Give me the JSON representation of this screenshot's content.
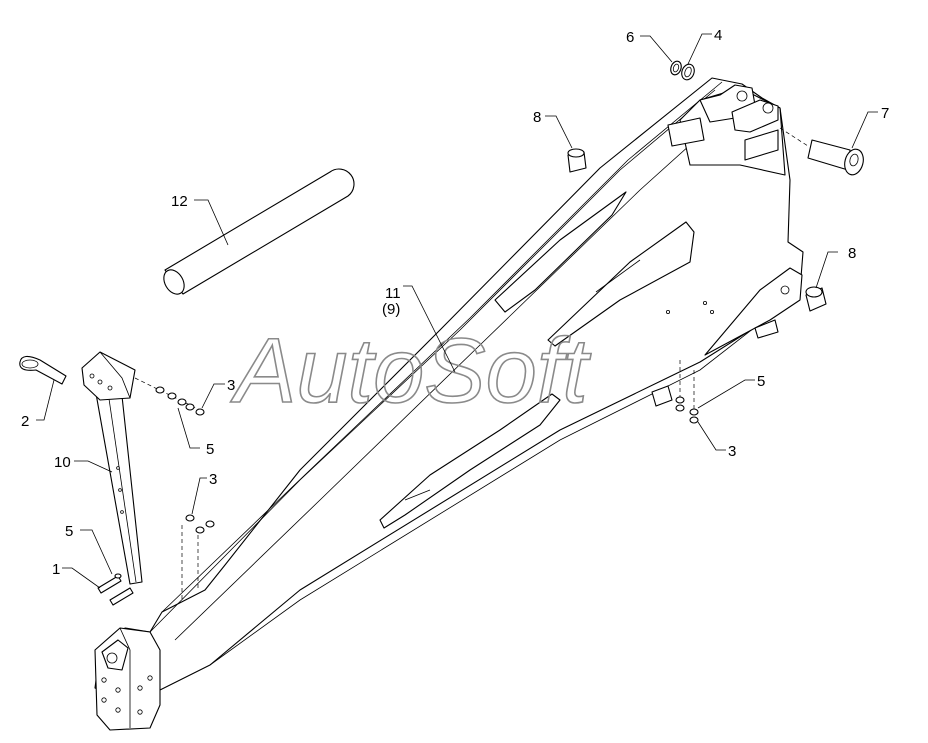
{
  "watermark": "AutoSoft",
  "callouts": [
    {
      "id": "c6",
      "text": "6"
    },
    {
      "id": "c4",
      "text": "4"
    },
    {
      "id": "c8a",
      "text": "8"
    },
    {
      "id": "c7",
      "text": "7"
    },
    {
      "id": "c12",
      "text": "12"
    },
    {
      "id": "c8b",
      "text": "8"
    },
    {
      "id": "c11",
      "text": "11"
    },
    {
      "id": "c9",
      "text": "(9)"
    },
    {
      "id": "c3a",
      "text": "3"
    },
    {
      "id": "c2",
      "text": "2"
    },
    {
      "id": "c5a",
      "text": "5"
    },
    {
      "id": "c5b",
      "text": "5"
    },
    {
      "id": "c3b",
      "text": "3"
    },
    {
      "id": "c10",
      "text": "10"
    },
    {
      "id": "c3c",
      "text": "3"
    },
    {
      "id": "c5c",
      "text": "5"
    },
    {
      "id": "c1",
      "text": "1"
    }
  ]
}
